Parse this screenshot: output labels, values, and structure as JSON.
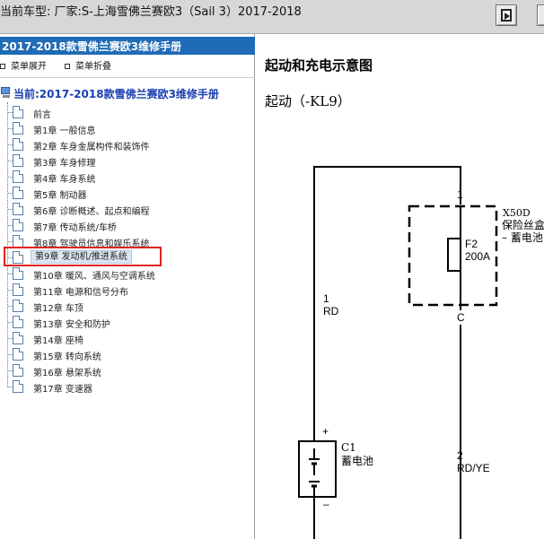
{
  "topbar": {
    "title": "当前车型:  厂家:S-上海雪佛兰赛欧3（Sail 3）2017-2018"
  },
  "left": {
    "header": "2017-2018款雪佛兰赛欧3维修手册",
    "expand_label": "菜单展开",
    "collapse_label": "菜单折叠",
    "root_label": "当前:2017-2018款雪佛兰赛欧3维修手册",
    "items": [
      {
        "label": "前言"
      },
      {
        "label": "第1章 一般信息"
      },
      {
        "label": "第2章 车身金属构件和装饰件"
      },
      {
        "label": "第3章 车身修理"
      },
      {
        "label": "第4章 车身系统"
      },
      {
        "label": "第5章 制动器"
      },
      {
        "label": "第6章 诊断概述、起点和编程"
      },
      {
        "label": "第7章 传动系统/车桥"
      },
      {
        "label": "第8章 驾驶员信息和娱乐系统"
      },
      {
        "label": "第9章 发动机/推进系统",
        "selected": true
      },
      {
        "label": "第10章 暖风、通风与空调系统"
      },
      {
        "label": "第11章 电源和信号分布"
      },
      {
        "label": "第12章 车顶"
      },
      {
        "label": "第13章 安全和防护"
      },
      {
        "label": "第14章 座椅"
      },
      {
        "label": "第15章 转向系统"
      },
      {
        "label": "第16章 悬架系统"
      },
      {
        "label": "第17章 变速器"
      }
    ]
  },
  "right": {
    "title": "起动和充电示意图",
    "subtitle": "起动（-KL9）",
    "diagram": {
      "pin_top": "1",
      "fuse_box_id": "X50D",
      "fuse_box_name": "保险丝盒",
      "fuse_box_sub": "– 蓄电池",
      "fuse_id": "F2",
      "fuse_rating": "200A",
      "connector_c": "C",
      "wire1_num": "1",
      "wire1_color": "RD",
      "battery_id": "C1",
      "battery_name": "蓄电池",
      "plus": "+",
      "minus": "–",
      "wire2_num": "2",
      "wire2_color": "RD/YE"
    }
  }
}
